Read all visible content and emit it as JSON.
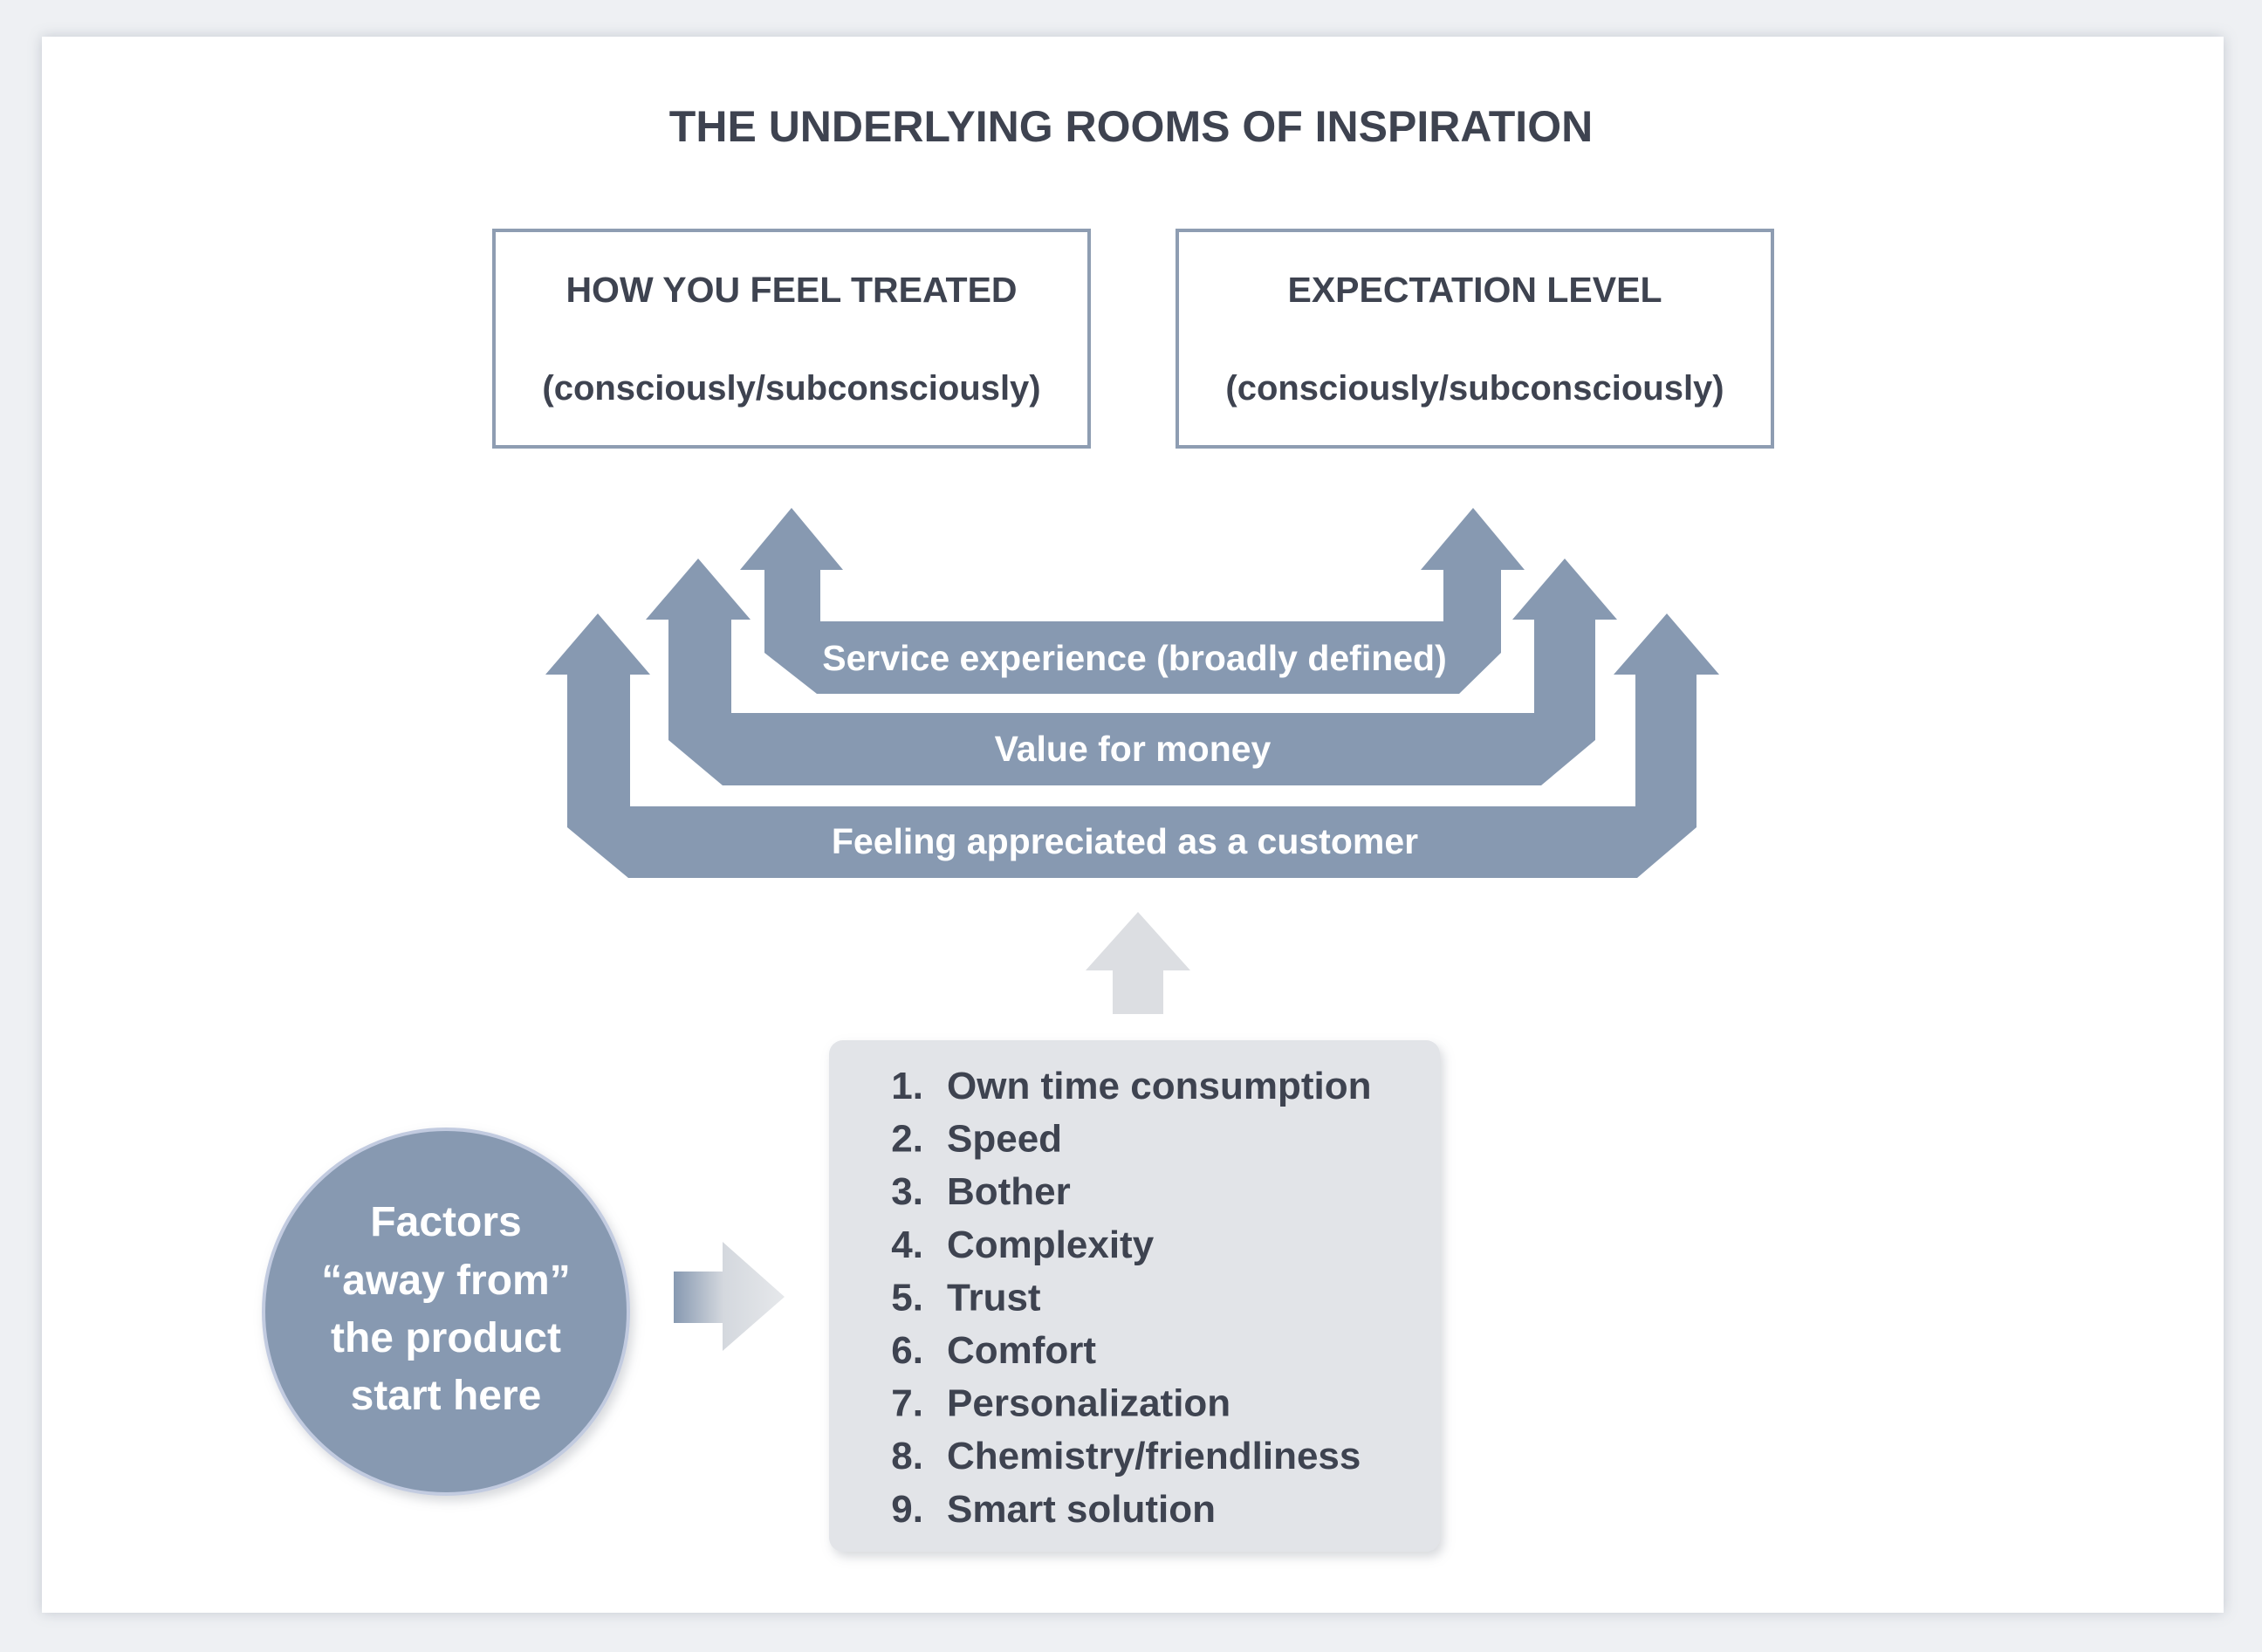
{
  "title": "THE UNDERLYING ROOMS OF INSPIRATION",
  "boxes": [
    {
      "heading": "HOW YOU FEEL TREATED",
      "subtext": "(consciously/subconsciously)"
    },
    {
      "heading": "EXPECTATION LEVEL",
      "subtext": "(consciously/subconsciously)"
    }
  ],
  "bands": [
    {
      "label": "Service experience (broadly defined)"
    },
    {
      "label": "Value for money"
    },
    {
      "label": "Feeling appreciated as a customer"
    }
  ],
  "factors": {
    "circle_lines": [
      "Factors",
      "“away from”",
      "the product",
      "start here"
    ],
    "items": [
      {
        "num": "1.",
        "label": "Own time consumption"
      },
      {
        "num": "2.",
        "label": "Speed"
      },
      {
        "num": "3.",
        "label": "Bother"
      },
      {
        "num": "4.",
        "label": "Complexity"
      },
      {
        "num": "5.",
        "label": "Trust"
      },
      {
        "num": "6.",
        "label": "Comfort"
      },
      {
        "num": "7.",
        "label": "Personalization"
      },
      {
        "num": "8.",
        "label": "Chemistry/friendliness"
      },
      {
        "num": "9.",
        "label": "Smart solution"
      }
    ]
  },
  "colors": {
    "band": "#8799b1",
    "box_border": "#8e9db2",
    "list_bg": "#e2e4e8",
    "light_arrow": "#dcdee2",
    "circle": "#8799b1",
    "circle_ring": "#c2cbe0",
    "text_dark": "#3e4350"
  }
}
